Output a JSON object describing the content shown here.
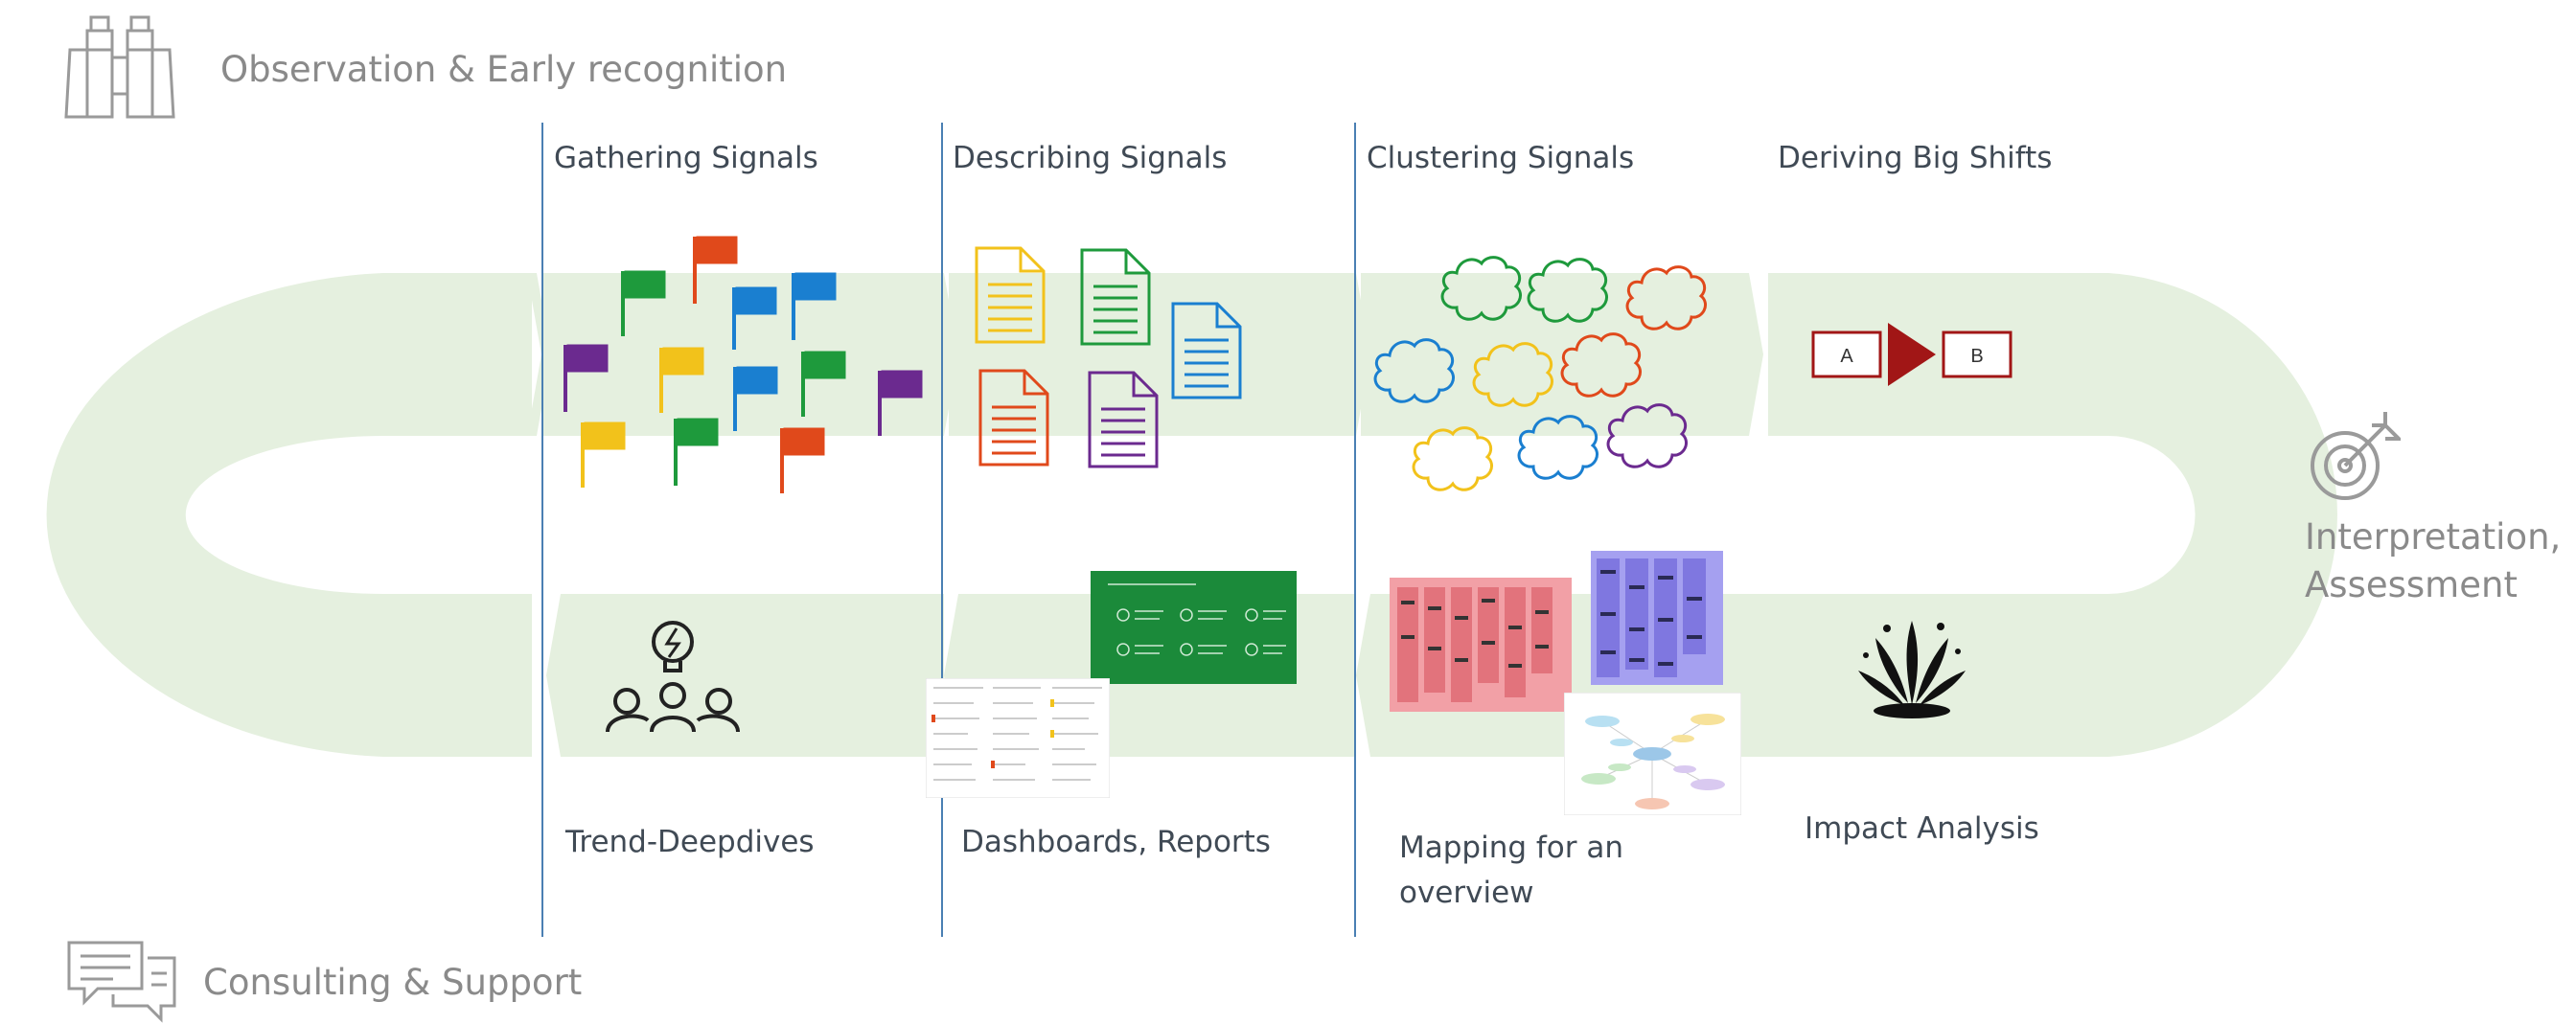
{
  "header": {
    "top_title": "Observation & Early recognition",
    "bottom_title": "Consulting & Support",
    "right_title_line1": "Interpretation,",
    "right_title_line2": "Assessment"
  },
  "stages_top": [
    {
      "label": "Gathering Signals"
    },
    {
      "label": "Describing Signals"
    },
    {
      "label": "Clustering Signals"
    },
    {
      "label": "Deriving Big Shifts"
    }
  ],
  "stages_bottom": [
    {
      "label": "Trend-Deepdives"
    },
    {
      "label": "Dashboards, Reports"
    },
    {
      "label": "Mapping for an overview"
    },
    {
      "label": "Impact Analysis"
    }
  ],
  "shift_diagram": {
    "from": "A",
    "to": "B"
  },
  "icons": {
    "top": "binoculars-icon",
    "bottom": "chat-bubbles-icon",
    "right": "target-icon",
    "trend": "team-idea-icon",
    "impact": "splash-icon"
  },
  "colors": {
    "band": "#e5f0df",
    "divider": "#4a7fb3",
    "flag_green": "#1e9a3c",
    "flag_red": "#e0491b",
    "flag_blue": "#1a7fd0",
    "flag_purple": "#6b2a8f",
    "flag_yellow": "#f2c21b",
    "arrow_red": "#a11616"
  }
}
